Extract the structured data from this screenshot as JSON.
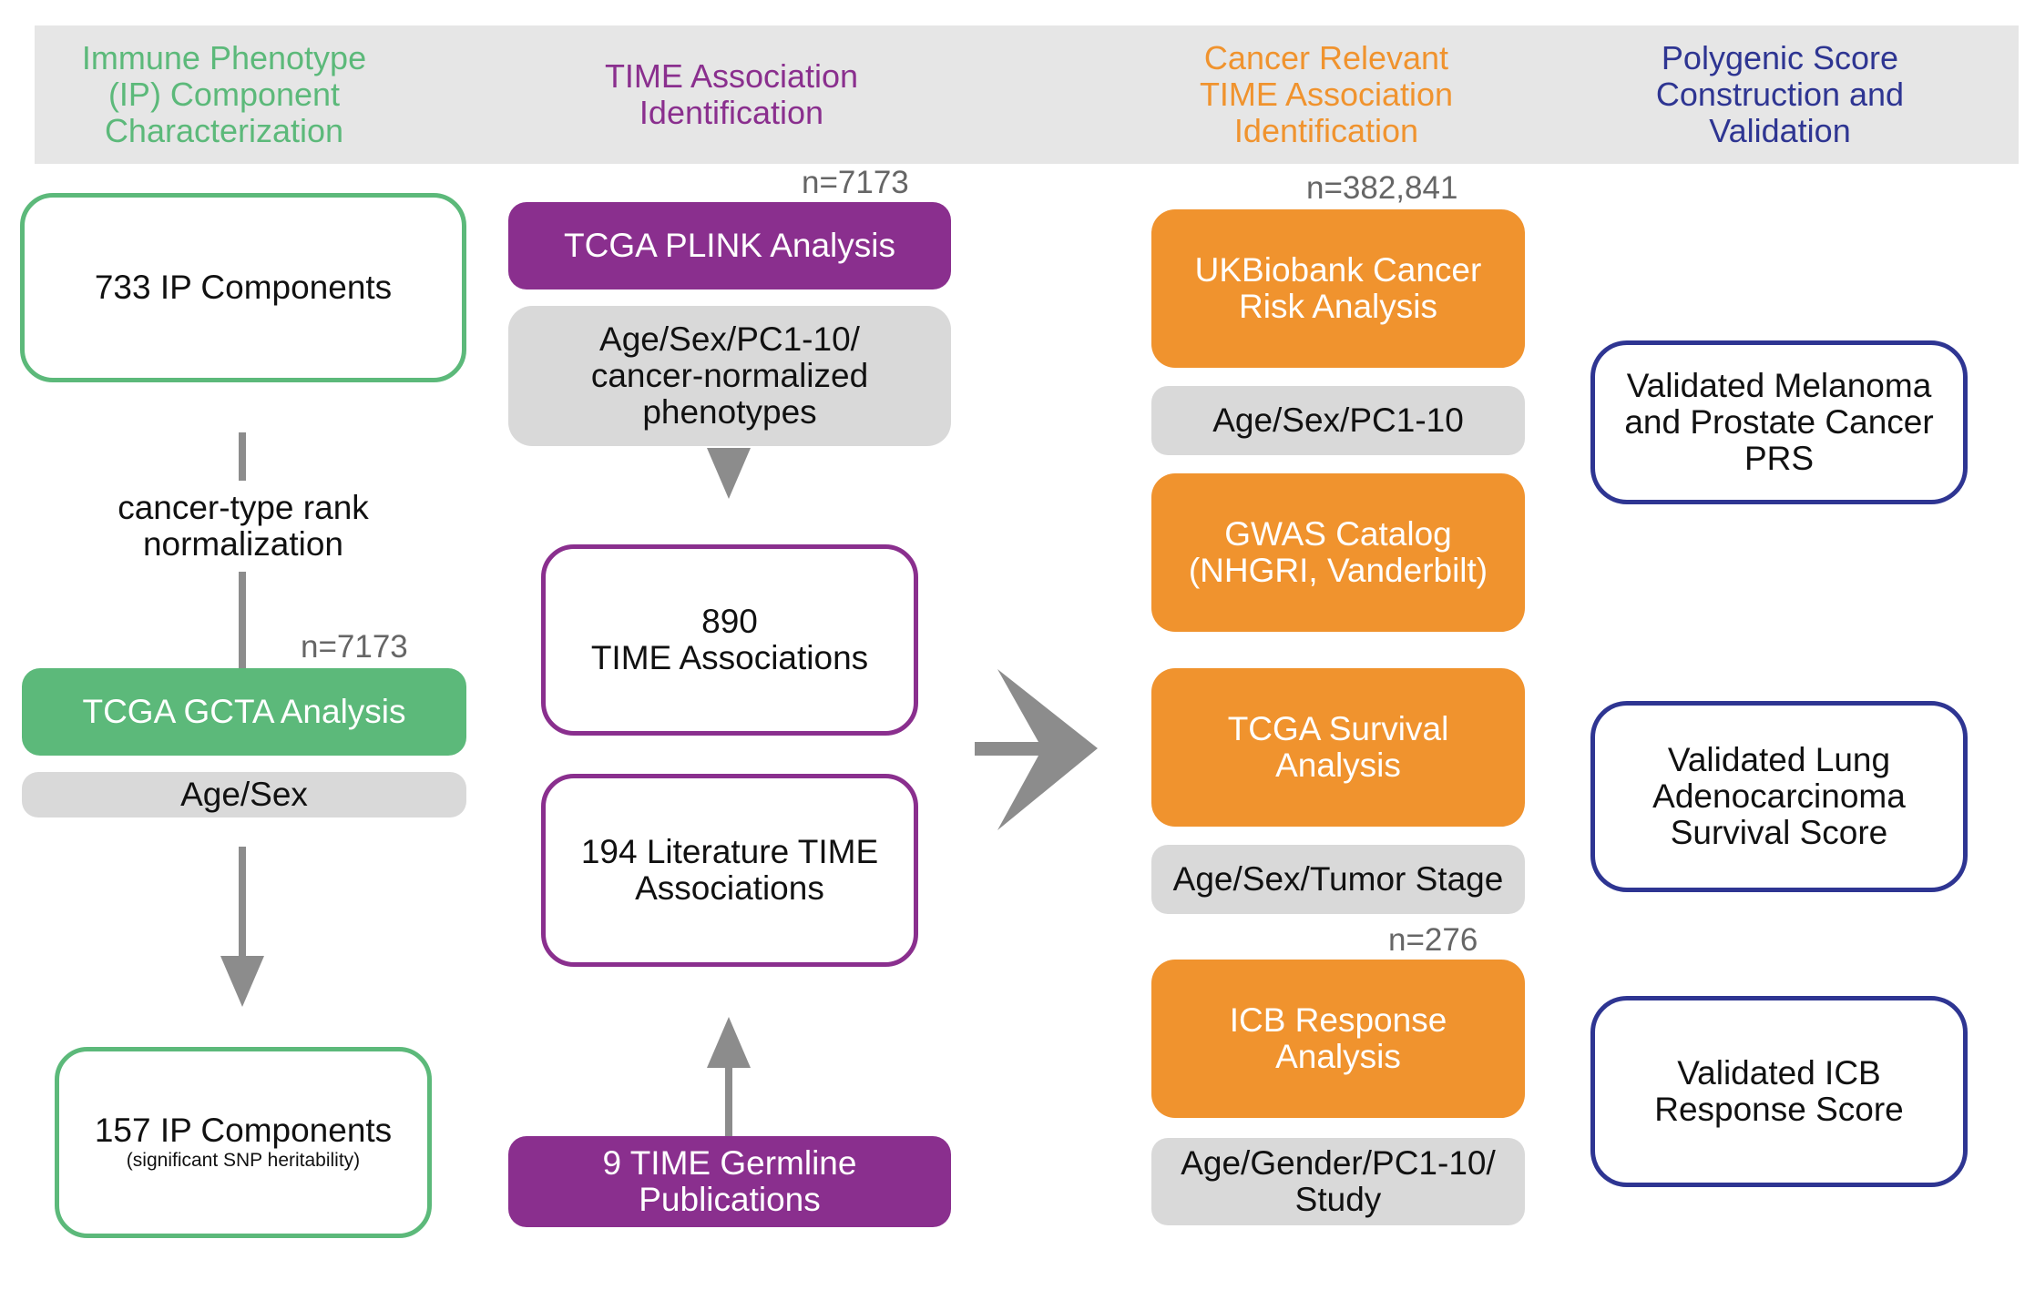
{
  "headers": {
    "ip": "Immune Phenotype\n(IP) Component\nCharacterization",
    "time": "TIME Association\nIdentification",
    "cancer": "Cancer Relevant\nTIME Association\nIdentification",
    "prs": "Polygenic Score\nConstruction and\nValidation"
  },
  "column1": {
    "ip733": "733 IP Components",
    "rank_norm": "cancer-type rank\nnormalization",
    "n_gcta": "n=7173",
    "gcta": "TCGA GCTA Analysis",
    "gcta_cov": "Age/Sex",
    "ip157": "157 IP Components",
    "ip157_note": "(significant SNP heritability)"
  },
  "column2": {
    "n_plink": "n=7173",
    "plink": "TCGA PLINK Analysis",
    "plink_cov": "Age/Sex/PC1-10/\ncancer-normalized\nphenotypes",
    "time890": "890\nTIME Associations",
    "lit194": "194 Literature TIME\nAssociations",
    "germline": "9 TIME Germline\nPublications"
  },
  "column3": {
    "n_ukb": "n=382,841",
    "ukb": "UKBiobank Cancer\nRisk Analysis",
    "ukb_cov": "Age/Sex/PC1-10",
    "gwas": "GWAS Catalog\n(NHGRI, Vanderbilt)",
    "survival": "TCGA Survival\nAnalysis",
    "survival_cov": "Age/Sex/Tumor Stage",
    "n_icb": "n=276",
    "icb": "ICB Response\nAnalysis",
    "icb_cov": "Age/Gender/PC1-10/\nStudy"
  },
  "column4": {
    "prs_melanoma": "Validated Melanoma\nand Prostate Cancer\nPRS",
    "prs_lung": "Validated Lung\nAdenocarcinoma\nSurvival Score",
    "prs_icb": "Validated ICB\nResponse Score"
  },
  "colors": {
    "green": "#5cb97a",
    "purple": "#8a2f8e",
    "orange": "#f0932e",
    "navy": "#2e3592",
    "grey": "#d9d9d9",
    "arrow": "#8c8c8c"
  }
}
